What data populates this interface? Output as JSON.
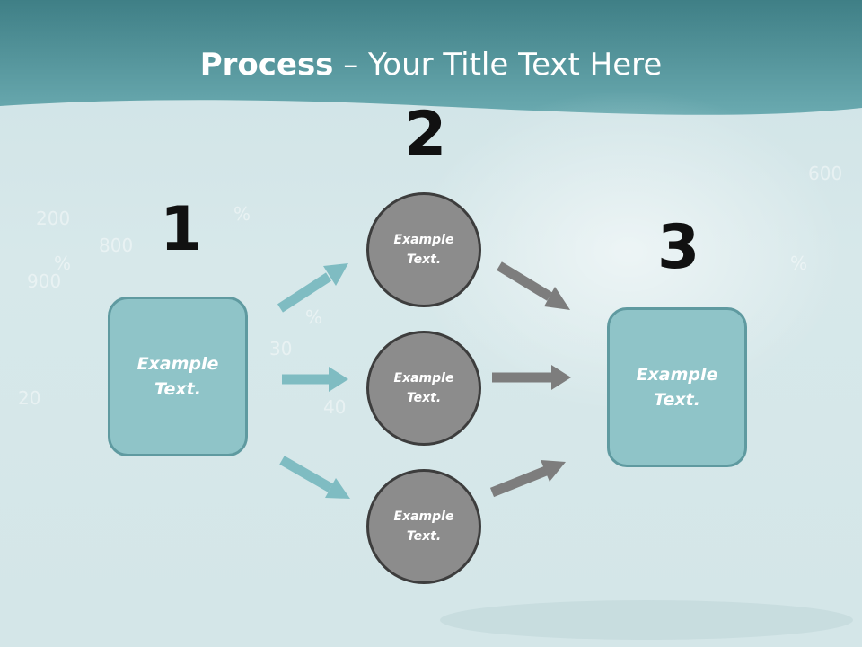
{
  "slide": {
    "title_bold": "Process",
    "title_rest": " – Your Title Text Here"
  },
  "steps": {
    "one": {
      "number": "1",
      "text": "Example Text."
    },
    "two": {
      "number": "2"
    },
    "three": {
      "number": "3",
      "text": "Example Text."
    }
  },
  "circles": [
    {
      "text": "Example Text."
    },
    {
      "text": "Example Text."
    },
    {
      "text": "Example Text."
    }
  ],
  "colors": {
    "header_teal": "#5e9ea4",
    "box_fill": "#8fc4c8",
    "box_border": "#5f9aa0",
    "circle_fill": "#8c8c8c",
    "circle_border": "#3d3d3d",
    "arrow_teal": "#7fbcc2",
    "arrow_gray": "#7d7d7d"
  }
}
